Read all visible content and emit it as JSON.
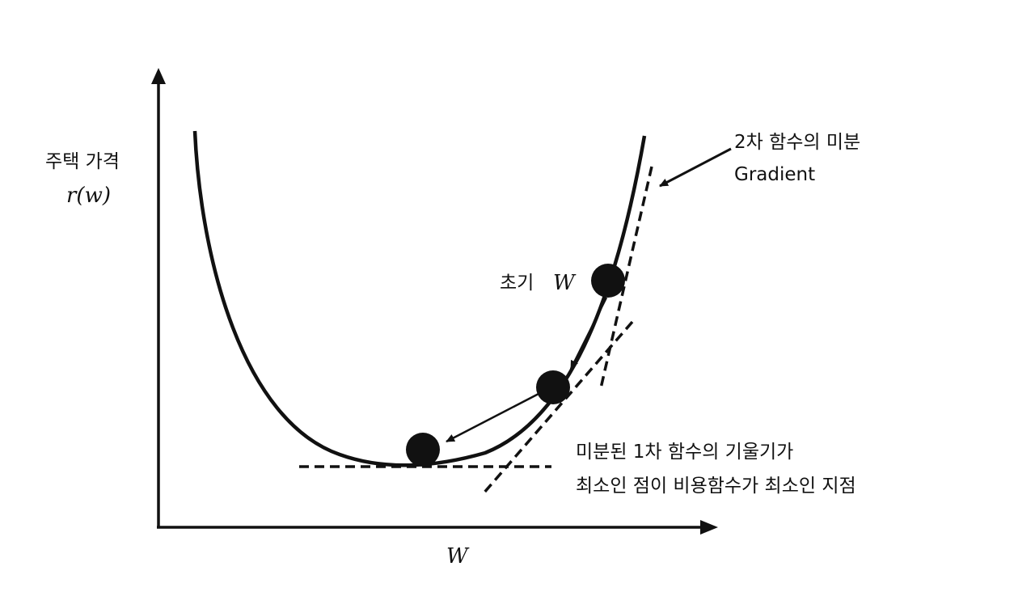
{
  "diagram": {
    "y_axis_label": "주택 가격",
    "y_axis_math": "r(w)",
    "x_axis_label": "W",
    "initial_point_label": "초기",
    "initial_point_math": "W",
    "gradient_label_line1": "2차 함수의 미분",
    "gradient_label_line2": "Gradient",
    "minimum_label_line1": "미분된 1차 함수의 기울기가",
    "minimum_label_line2": "최소인 점이 비용함수가 최소인 지점",
    "ink_color": "#111111"
  }
}
